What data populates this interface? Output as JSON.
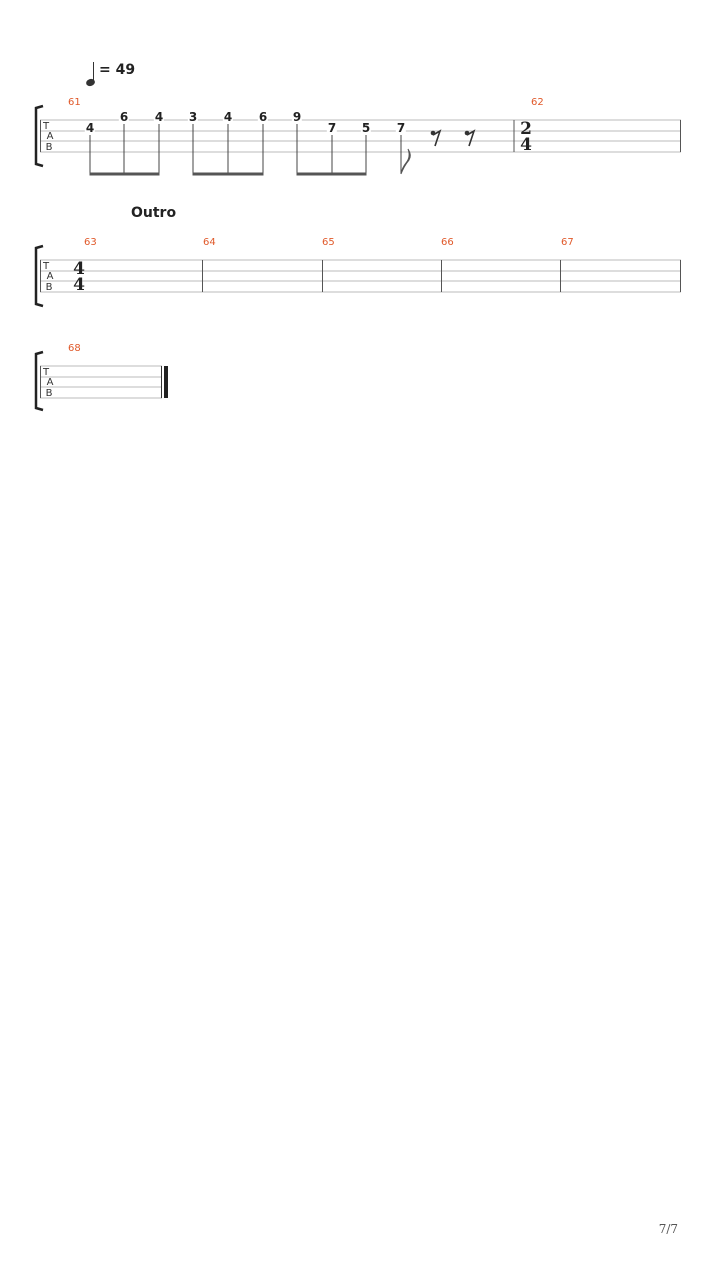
{
  "tempo": {
    "value": "= 49"
  },
  "section": {
    "title": "Outro"
  },
  "tab_letters": [
    "T",
    "A",
    "B"
  ],
  "systems": [
    {
      "measures": [
        {
          "number": "61",
          "frets": [
            "4",
            "6",
            "4",
            "3",
            "4",
            "6",
            "9",
            "7",
            "5",
            "7"
          ]
        },
        {
          "number": "62",
          "time_signature": {
            "top": "2",
            "bottom": "4"
          }
        }
      ]
    },
    {
      "measures": [
        {
          "number": "63",
          "time_signature": {
            "top": "4",
            "bottom": "4"
          }
        },
        {
          "number": "64"
        },
        {
          "number": "65"
        },
        {
          "number": "66"
        },
        {
          "number": "67"
        }
      ]
    },
    {
      "measures": [
        {
          "number": "68"
        }
      ]
    }
  ],
  "page": {
    "number": "7/7"
  }
}
